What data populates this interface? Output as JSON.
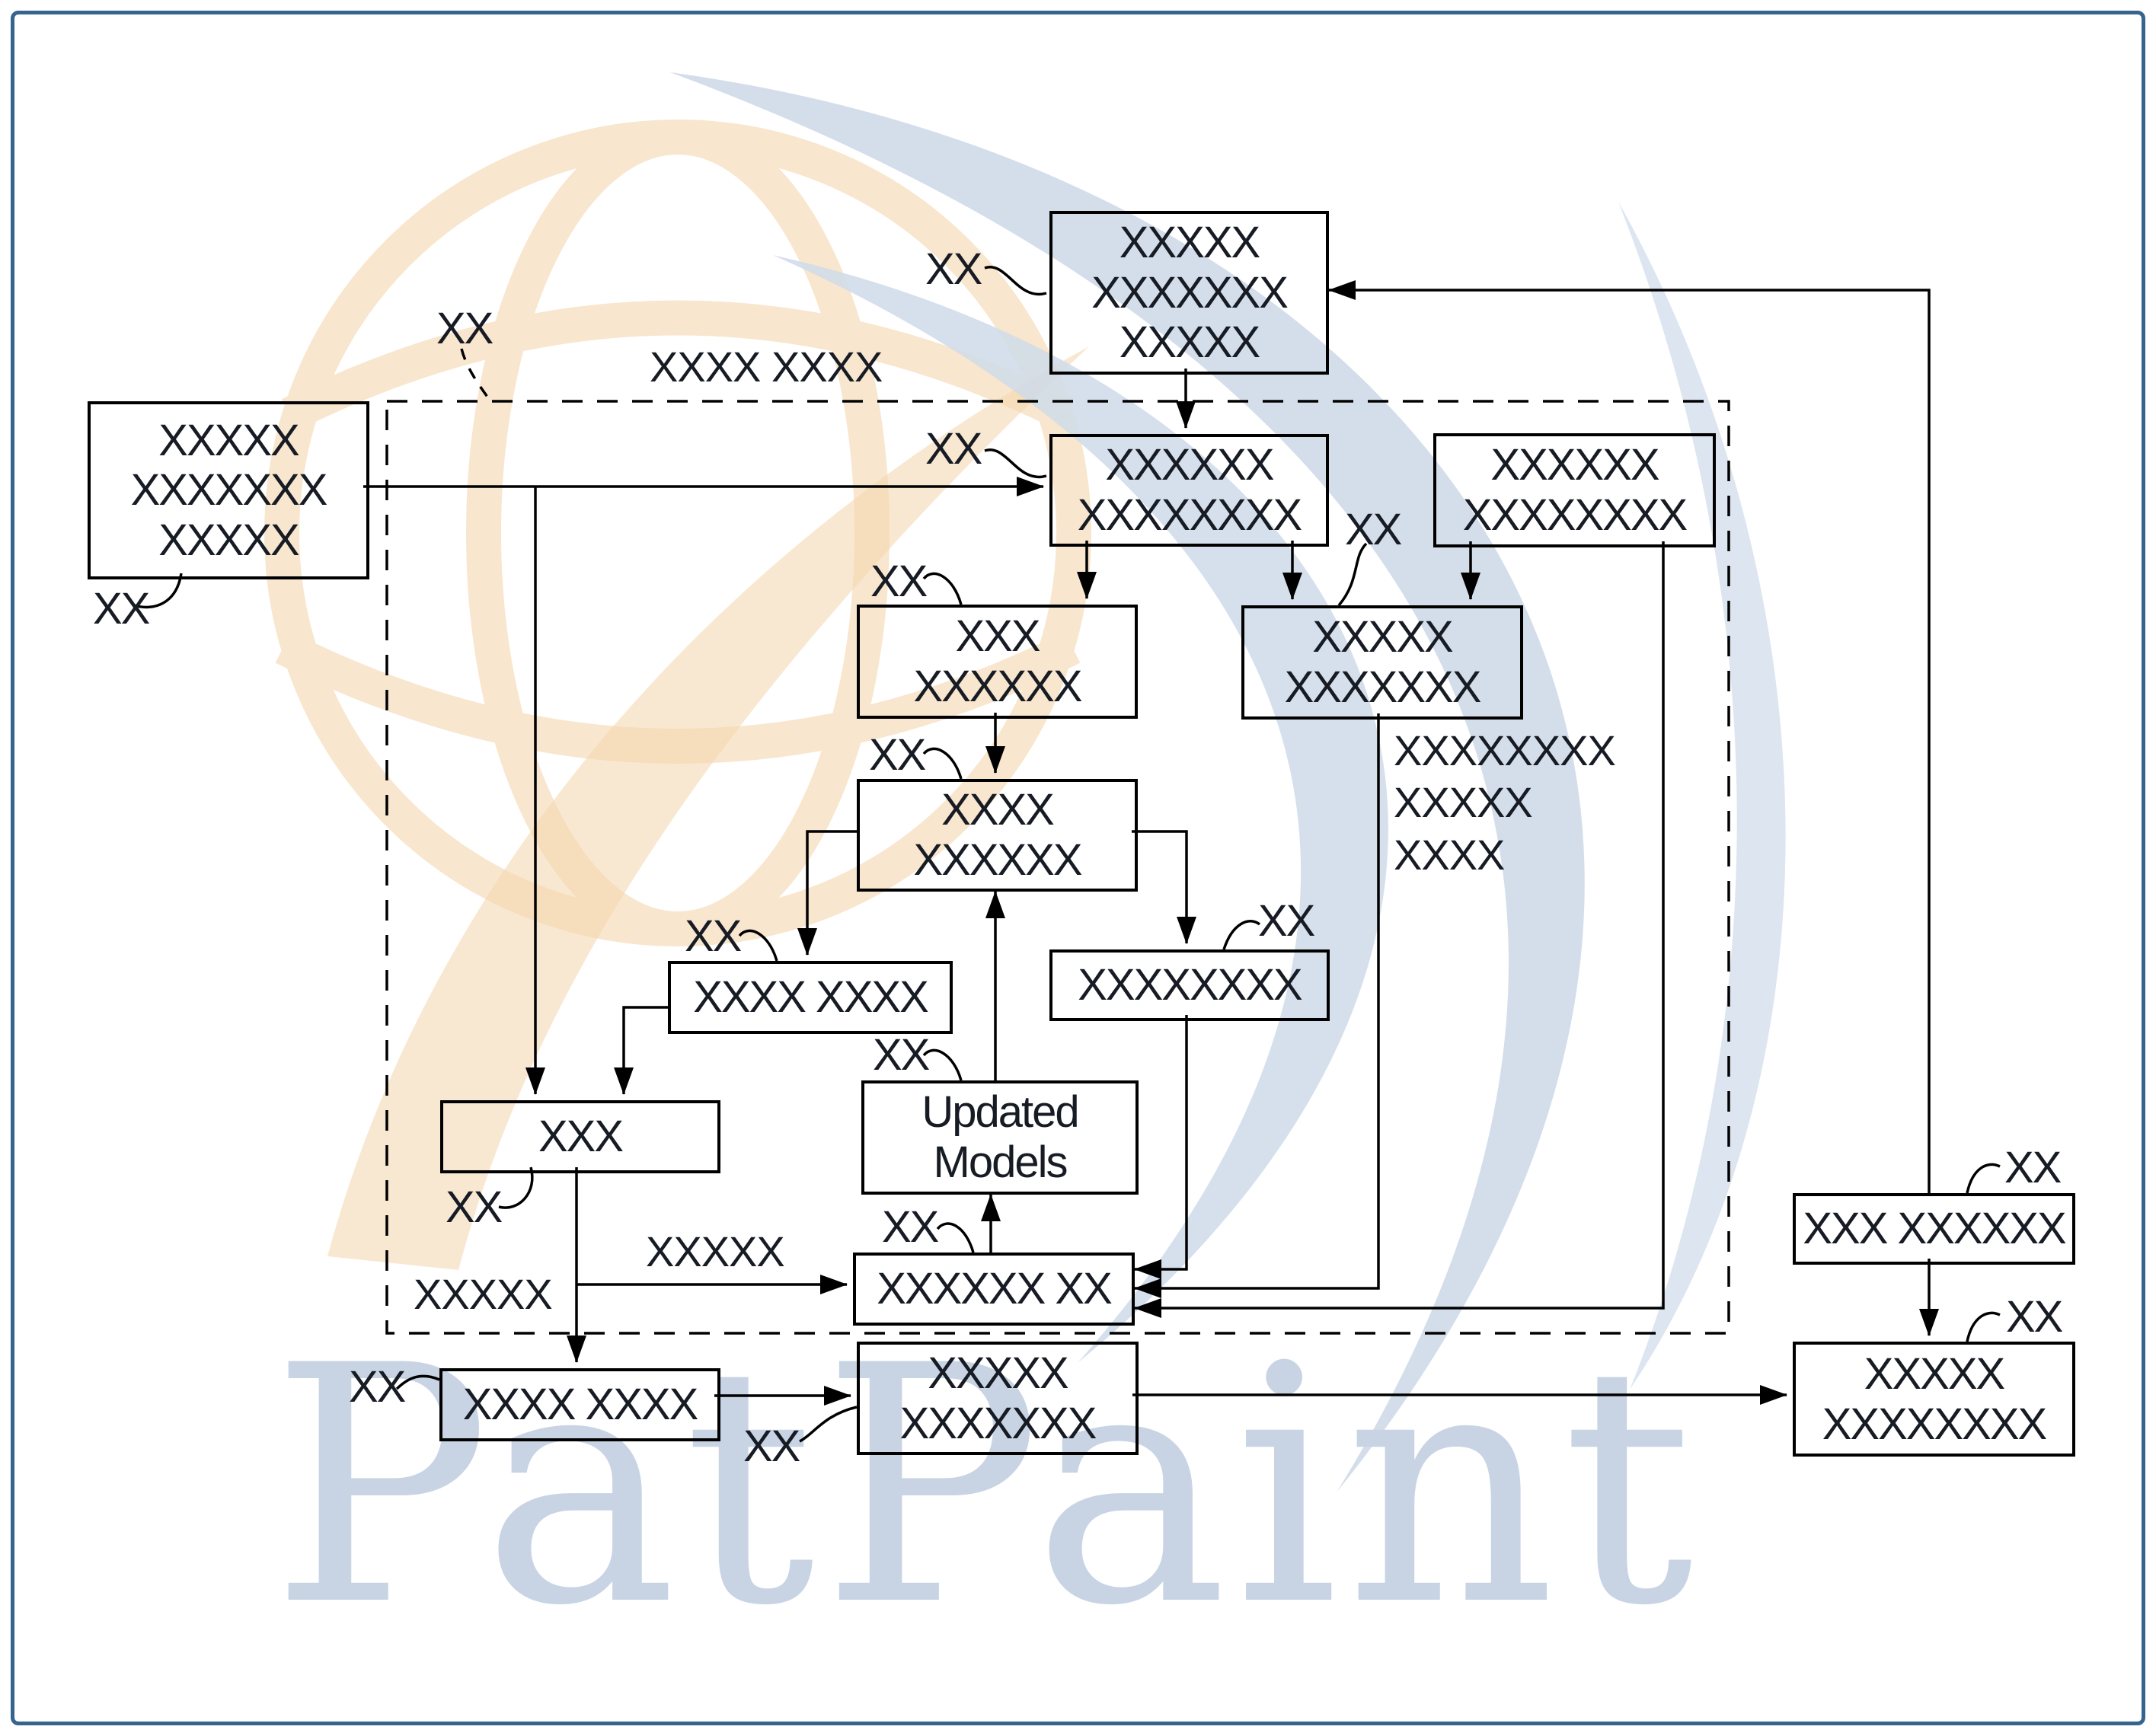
{
  "figure": {
    "watermark": {
      "text": "PatPaint"
    },
    "colors": {
      "frame_blue": "#36648f",
      "line_black": "#000000",
      "text_dark": "#171b24",
      "watermark_blue": "#cfdae9",
      "watermark_orange": "#f4d5ab",
      "watermark_text_blue": "#c8d4e4"
    },
    "nodes": {
      "a": {
        "label": "XXXXX\nXXXXXXX\nXXXXX",
        "ref": "XX"
      },
      "b": {
        "label": "XXXXX\nXXXXXXX\nXXXXX",
        "ref": "XX"
      },
      "c": {
        "label": "XXXXXX\nXXXXXXXX",
        "ref": "XX"
      },
      "d": {
        "label": "XXXXXX\nXXXXXXXX"
      },
      "e": {
        "label": "XXXXX\nXXXXXXX",
        "ref": "XX"
      },
      "f": {
        "label": "XXX\nXXXXXX",
        "ref": "XX"
      },
      "g": {
        "label": "XXXX\nXXXXXX",
        "ref": "XX"
      },
      "h": {
        "label": "XXXX XXXX",
        "ref": "XX"
      },
      "i": {
        "label": "XXXXXXXX",
        "ref": "XX"
      },
      "j": {
        "label": "Updated\nModels",
        "ref": "XX"
      },
      "k": {
        "label": "XXX",
        "ref": "XX"
      },
      "l": {
        "label": "XXXXXX XX",
        "ref": "XX"
      },
      "m": {
        "label": "XXXX XXXX",
        "ref": "XX"
      },
      "n": {
        "label": "XXXXX\nXXXXXXX",
        "ref": "XX"
      },
      "o": {
        "label": "XXX XXXXXX",
        "ref": "XX"
      },
      "p": {
        "label": "XXXXX\nXXXXXXXX",
        "ref": "XX"
      }
    },
    "floating": {
      "dashed_ref": "XX",
      "top_note": "XXXX XXXX",
      "side_note": "XXXXXXXX\nXXXXX\nXXXX",
      "branch_upper": "XXXXX",
      "branch_lower": "XXXXX"
    }
  }
}
